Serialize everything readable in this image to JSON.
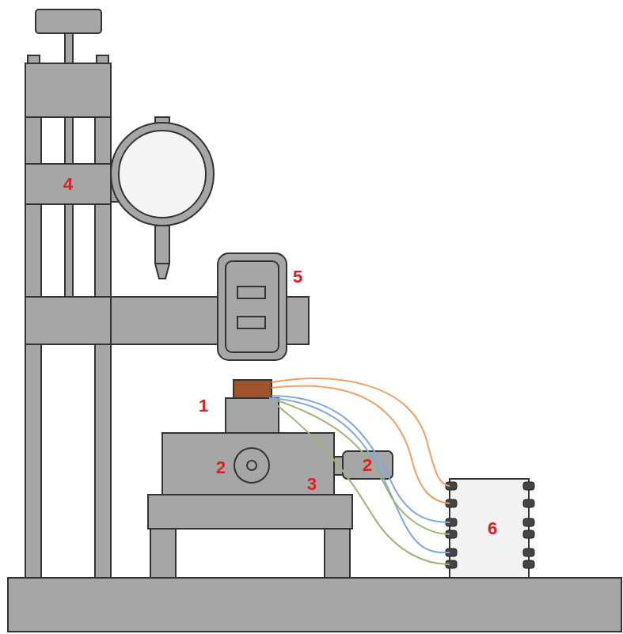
{
  "diagram": {
    "labels": [
      "4",
      "5",
      "1",
      "2",
      "2",
      "3",
      "6"
    ]
  }
}
